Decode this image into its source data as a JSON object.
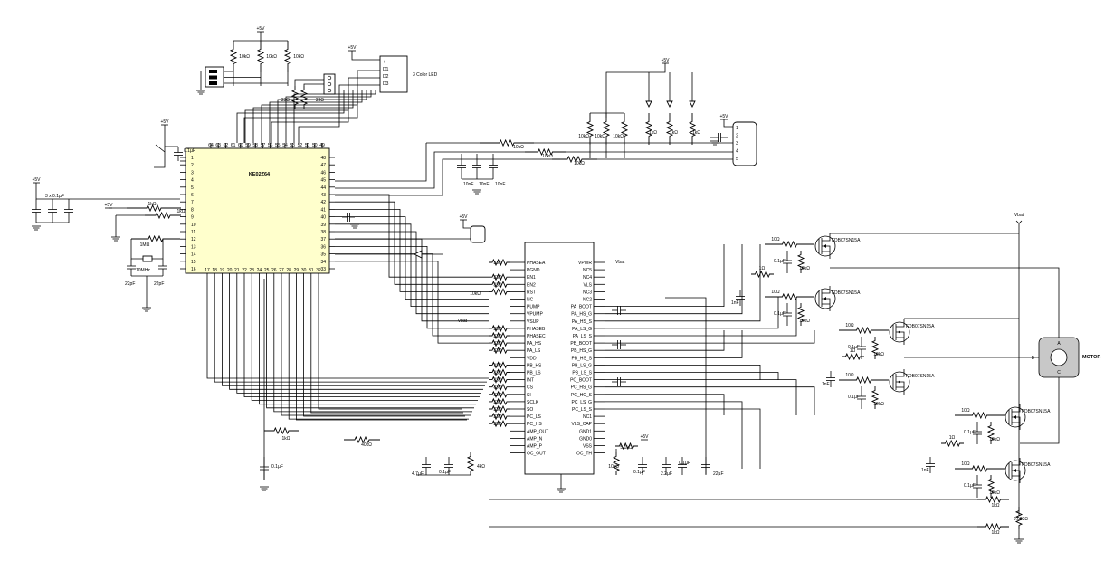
{
  "rail_label": "+5V",
  "vbat_label": "Vbat",
  "mcu": {
    "name": "KE02Z64",
    "top_pins": [
      "64",
      "63",
      "62",
      "61",
      "60",
      "59",
      "58",
      "57",
      "56",
      "55",
      "54",
      "53",
      "52",
      "51",
      "50",
      "49"
    ],
    "left_pins": [
      "1",
      "2",
      "3",
      "4",
      "5",
      "6",
      "7",
      "8",
      "9",
      "10",
      "11",
      "12",
      "13",
      "14",
      "15",
      "16"
    ],
    "right_pins": [
      "48",
      "47",
      "46",
      "45",
      "44",
      "43",
      "42",
      "41",
      "40",
      "39",
      "38",
      "37",
      "36",
      "35",
      "34",
      "33"
    ],
    "bottom_pins": [
      "17",
      "18",
      "19",
      "20",
      "21",
      "22",
      "23",
      "24",
      "25",
      "26",
      "27",
      "28",
      "29",
      "30",
      "31",
      "32"
    ]
  },
  "driver": {
    "left_pins": [
      "PHASEA",
      "PGND",
      "EN1",
      "EN2",
      "RST",
      "NC",
      "PUMP",
      "VPUMP",
      "VSUP",
      "PHASEB",
      "PHASEC",
      "PA_HS",
      "PA_LS",
      "VDD",
      "PB_HS",
      "PB_LS",
      "INT",
      "CS",
      "SI",
      "SCLK",
      "SO",
      "PC_LS",
      "PC_HS",
      "AMP_OUT",
      "AMP_N",
      "AMP_P",
      "OC_OUT"
    ],
    "right_pins": [
      "VPWR",
      "NC5",
      "NC4",
      "VLS",
      "NC3",
      "NC2",
      "PA_BOOT",
      "PA_HS_G",
      "PA_HS_S",
      "PA_LS_G",
      "PA_LS_S",
      "PB_BOOT",
      "PB_HS_G",
      "PB_HS_S",
      "PB_LS_G",
      "PB_LS_S",
      "PC_BOOT",
      "PC_HS_G",
      "PC_HC_S",
      "PC_LS_G",
      "PC_LS_S",
      "NC1",
      "VLS_CAP",
      "GND1",
      "GND0",
      "VSS",
      "OC_TH"
    ]
  },
  "labels": {
    "led_rgb": "3 Color LED",
    "motor": "MOTOR",
    "mosfet": "FDB07SN15A",
    "motor_a": "A",
    "motor_b": "B",
    "motor_c": "C",
    "rgb_pins": [
      "+",
      "D1",
      "D2",
      "D3"
    ],
    "conn_pins": [
      "1",
      "2",
      "3",
      "4",
      "5"
    ],
    "crystal": "10MHz",
    "shunt": "0.003Ω"
  },
  "values": {
    "r10k": "10kΩ",
    "r1k": "1kΩ",
    "r33": "33Ω",
    "r10": "10Ω",
    "r1": "1Ω",
    "r1m": "1MΩ",
    "r40k": "40kΩ",
    "r51k": "5.1kΩ",
    "r4k": "4kΩ",
    "c01": "0.1µF",
    "c3x01": "3 x 0.1µF",
    "c10n": "10nF",
    "c22p": "22pF",
    "c1n": "1nF",
    "c22u": "22µF",
    "c1u": "1µF",
    "c47u": "4.7µF",
    "c2u2": "2.2µF"
  }
}
